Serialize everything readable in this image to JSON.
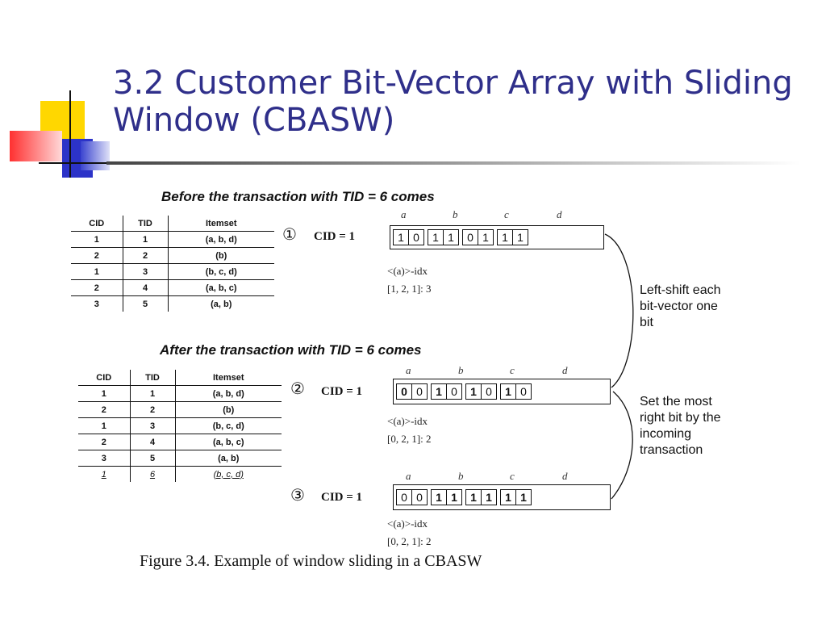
{
  "slide": {
    "title_line1": "3.2 Customer Bit-Vector Array with Sliding",
    "title_line2": "Window (CBASW)"
  },
  "figure": {
    "before_heading": "Before the transaction with TID = 6 comes",
    "after_heading": "After the transaction with TID = 6 comes",
    "columns": [
      "CID",
      "TID",
      "Itemset"
    ],
    "before_rows": [
      [
        "1",
        "1",
        "(a, b, d)"
      ],
      [
        "2",
        "2",
        "(b)"
      ],
      [
        "1",
        "3",
        "(b, c, d)"
      ],
      [
        "2",
        "4",
        "(a, b, c)"
      ],
      [
        "3",
        "5",
        "(a, b)"
      ]
    ],
    "after_rows": [
      [
        "1",
        "1",
        "(a, b, d)"
      ],
      [
        "2",
        "2",
        "(b)"
      ],
      [
        "1",
        "3",
        "(b, c, d)"
      ],
      [
        "2",
        "4",
        "(a, b, c)"
      ],
      [
        "3",
        "5",
        "(a, b)"
      ],
      [
        "1",
        "6",
        "(b, c, d)"
      ]
    ],
    "letters": [
      "a",
      "b",
      "c",
      "d"
    ],
    "states": [
      {
        "marker": "①",
        "cid_label": "CID = 1",
        "bits": [
          "1",
          "0",
          "1",
          "1",
          "0",
          "1",
          "1",
          "1"
        ],
        "idx_label": "<(a)>-idx",
        "idx_value": "[1, 2, 1]: 3"
      },
      {
        "marker": "②",
        "cid_label": "CID = 1",
        "bits": [
          "0",
          "0",
          "1",
          "0",
          "1",
          "0",
          "1",
          "0"
        ],
        "idx_label": "<(a)>-idx",
        "idx_value": "[0, 2, 1]: 2"
      },
      {
        "marker": "③",
        "cid_label": "CID = 1",
        "bits": [
          "0",
          "0",
          "1",
          "1",
          "1",
          "1",
          "1",
          "1"
        ],
        "idx_label": "<(a)>-idx",
        "idx_value": "[0, 2, 1]: 2"
      }
    ],
    "note_shift": [
      "Left-shift each",
      "bit-vector one",
      "bit"
    ],
    "note_set": [
      "Set the most",
      "right bit by the",
      "incoming",
      "transaction"
    ],
    "caption": "Figure 3.4. Example of window sliding in a CBASW"
  }
}
